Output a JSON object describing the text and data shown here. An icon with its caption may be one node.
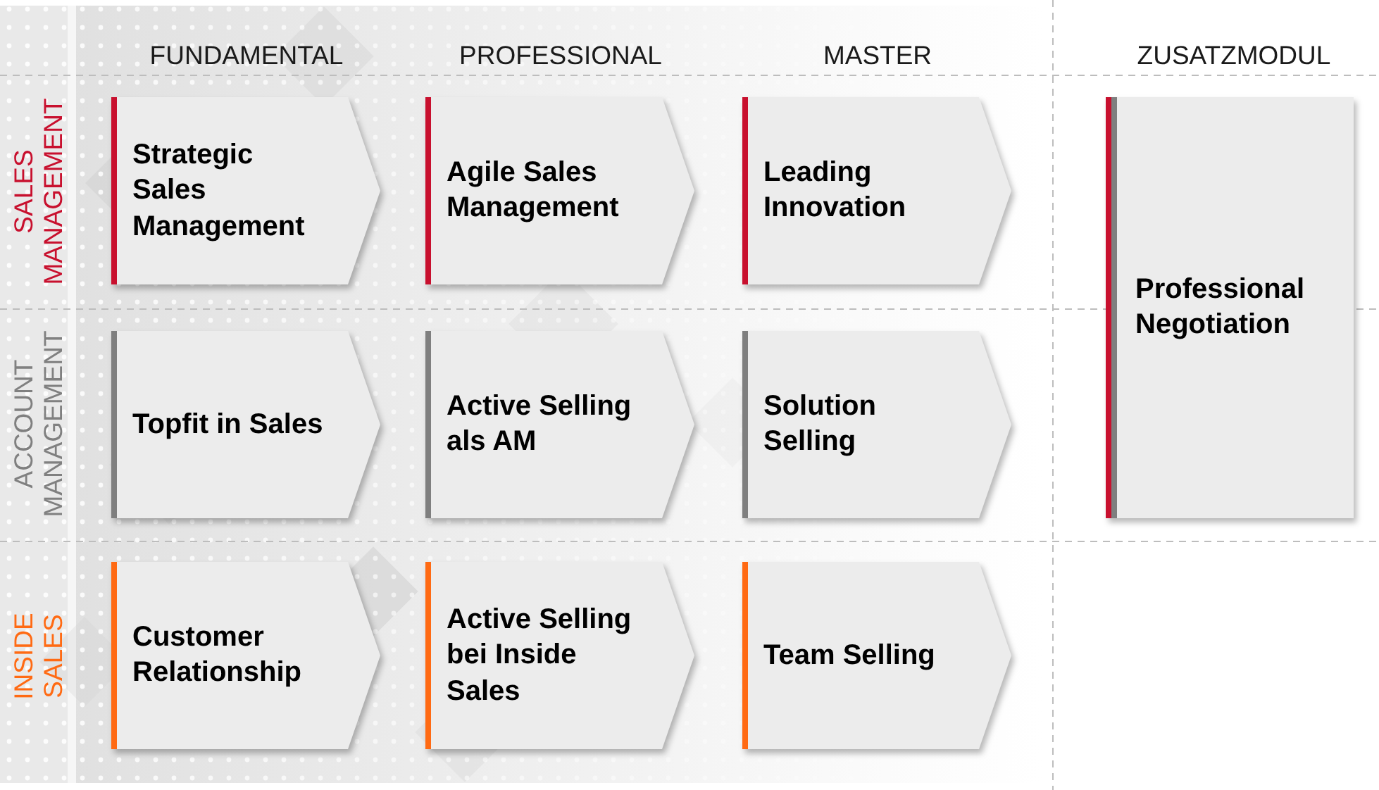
{
  "diagram": {
    "nodes": [
      {
        "text": [
          "Strategic Sales Management"
        ]
      },
      {
        "text": [
          "Agile Sales Management"
        ]
      },
      {
        "text": [
          "Leading Innovation"
        ]
      },
      {
        "text": [
          "Professional Negotiation"
        ]
      },
      {
        "text": [
          "Topfit in Sales"
        ]
      },
      {
        "text": [
          "Active Selling als AM"
        ]
      },
      {
        "text": [
          "Solution Selling"
        ]
      },
      {
        "text": [
          "Customer Relationship"
        ]
      },
      {
        "text": [
          "Active Selling bei Inside Sales"
        ]
      },
      {
        "text": [
          "Team Selling"
        ]
      }
    ],
    "labels": [
      "FUNDAMENTAL",
      "PROFESSIONAL",
      "MASTER",
      "ZUSATZMODUL",
      "SALES MANAGEMENT",
      "ACCOUNT MANAGEMENT",
      "INSIDE SALES"
    ]
  }
}
